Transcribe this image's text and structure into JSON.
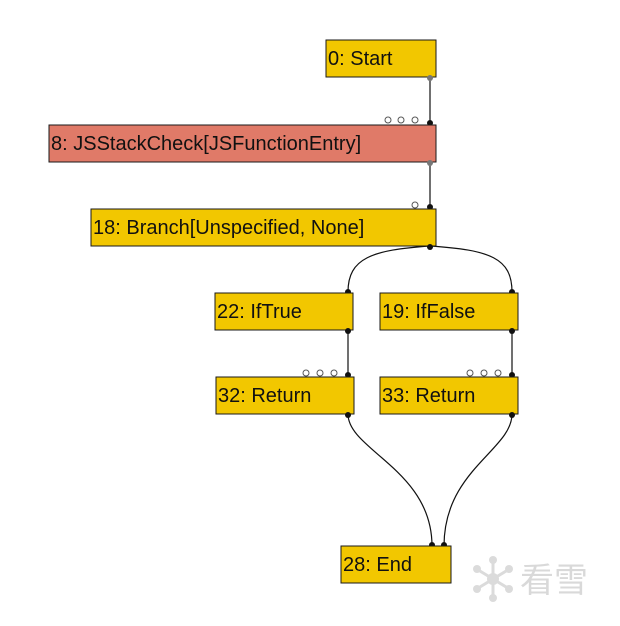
{
  "graph": {
    "nodes": [
      {
        "id": "n0",
        "label": "0: Start",
        "kind": "start"
      },
      {
        "id": "n8",
        "label": "8: JSStackCheck[JSFunctionEntry]",
        "kind": "highlighted"
      },
      {
        "id": "n18",
        "label": "18: Branch[Unspecified, None]",
        "kind": "branch"
      },
      {
        "id": "n22",
        "label": "22: IfTrue",
        "kind": "control"
      },
      {
        "id": "n19",
        "label": "19: IfFalse",
        "kind": "control"
      },
      {
        "id": "n32",
        "label": "32: Return",
        "kind": "return"
      },
      {
        "id": "n33",
        "label": "33: Return",
        "kind": "return"
      },
      {
        "id": "n28",
        "label": "28: End",
        "kind": "end"
      }
    ],
    "edges": [
      {
        "from": "n0",
        "to": "n8"
      },
      {
        "from": "n8",
        "to": "n18"
      },
      {
        "from": "n18",
        "to": "n22"
      },
      {
        "from": "n18",
        "to": "n19"
      },
      {
        "from": "n22",
        "to": "n32"
      },
      {
        "from": "n19",
        "to": "n33"
      },
      {
        "from": "n32",
        "to": "n28"
      },
      {
        "from": "n33",
        "to": "n28"
      }
    ]
  },
  "watermark": {
    "text": "看雪"
  },
  "colors": {
    "node_fill": "#f2c700",
    "highlight_fill": "#e07a68",
    "edge": "#111111"
  }
}
